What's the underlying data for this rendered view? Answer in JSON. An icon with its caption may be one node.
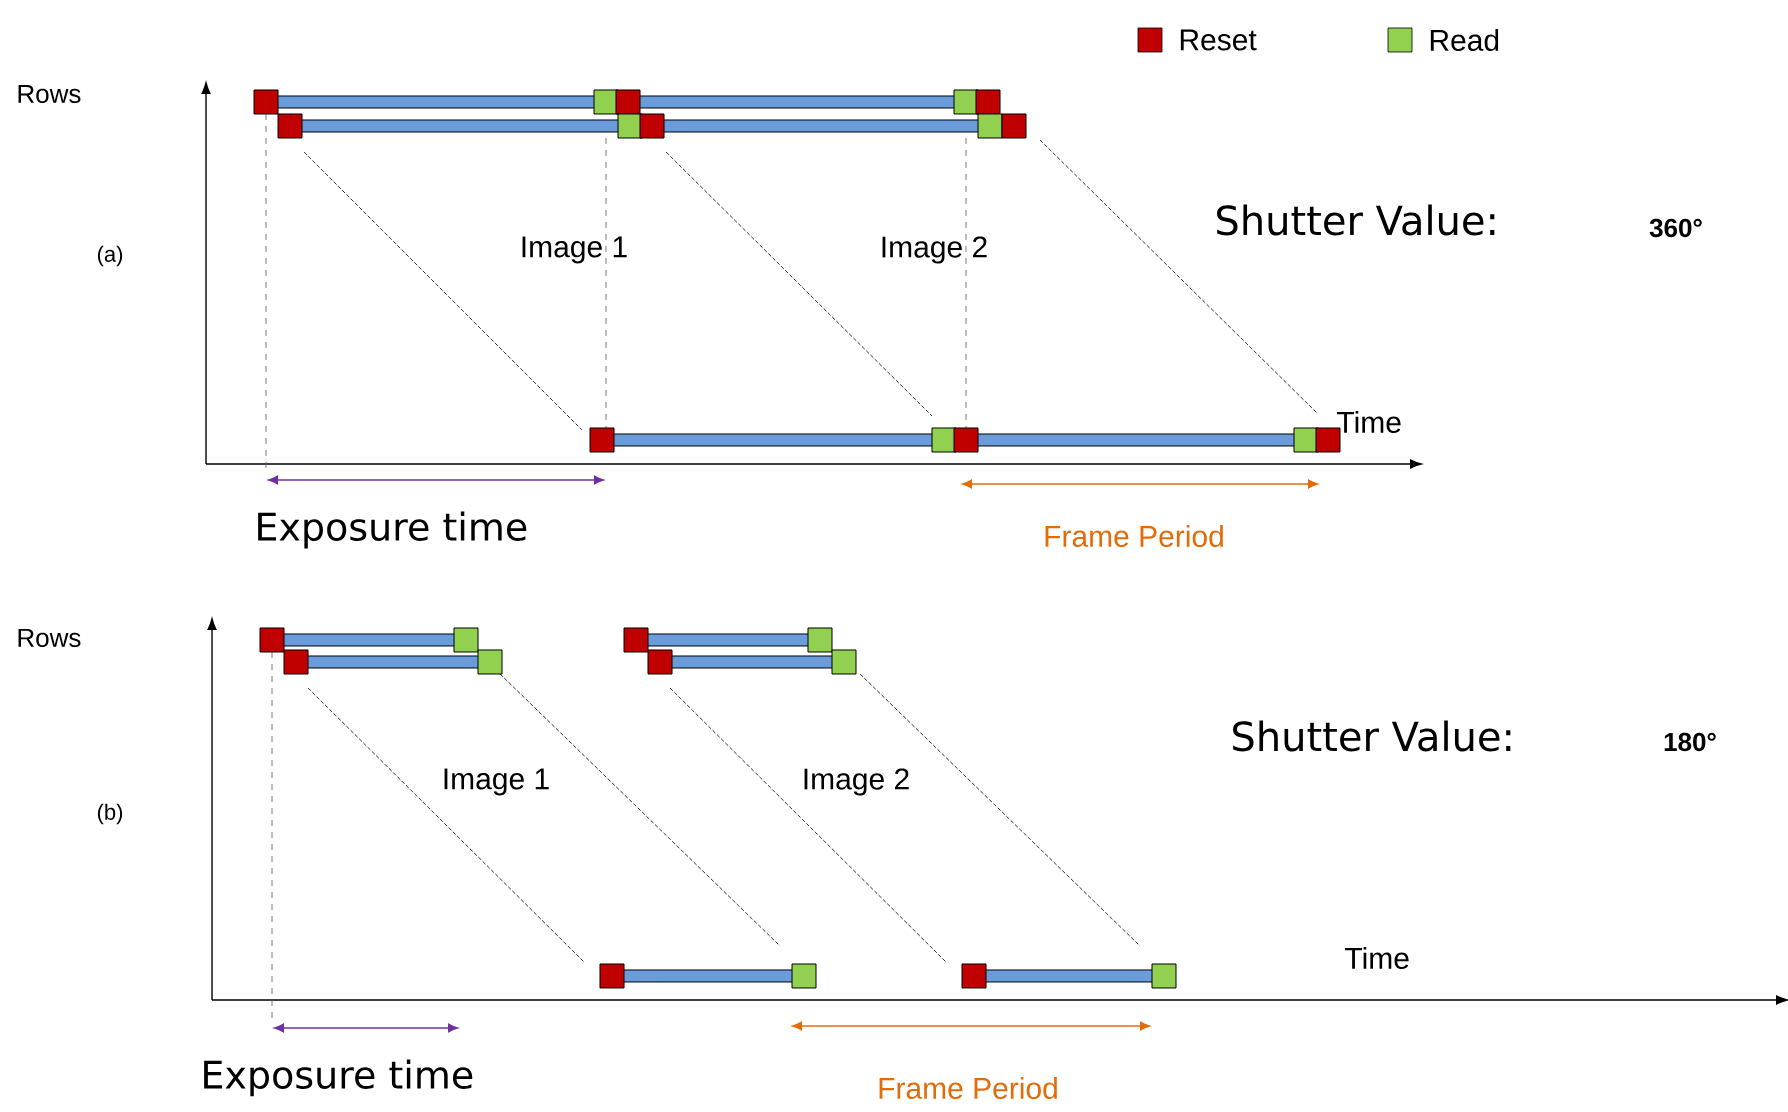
{
  "diagram": {
    "labels": [
      "Rows",
      "(a)",
      "Image 1",
      "Image 2",
      "Shutter Value:",
      "360°",
      "Time",
      "Exposure time",
      "Frame Period",
      "Rows",
      "(b)",
      "Image 1",
      "Image 2",
      "Shutter Value:",
      "180°",
      "Time",
      "Exposure time",
      "Frame Period"
    ],
    "legend": [
      {
        "text": "Reset",
        "color": "#c00000"
      },
      {
        "text": "Read",
        "color": "#92d050"
      }
    ]
  }
}
